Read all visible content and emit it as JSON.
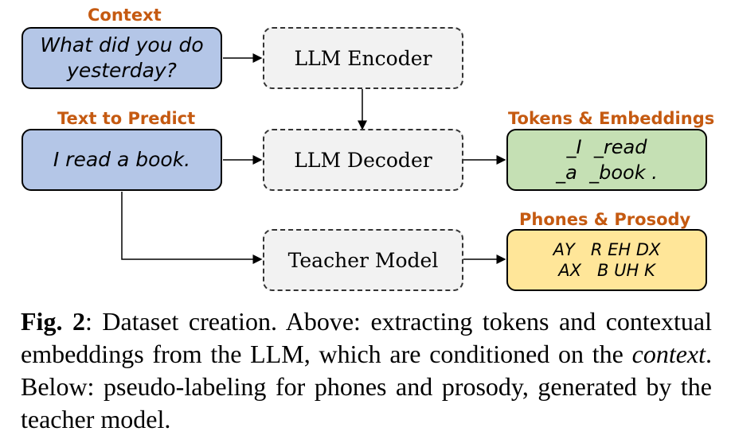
{
  "labels": {
    "context": "Context",
    "text_to_predict": "Text to Predict",
    "tokens_embeddings": "Tokens & Embeddings",
    "phones_prosody": "Phones & Prosody"
  },
  "boxes": {
    "context_text": "What did you do\nyesterday?",
    "predict_text": "I read a book.",
    "llm_encoder": "LLM Encoder",
    "llm_decoder": "LLM Decoder",
    "teacher_model": "Teacher Model",
    "tokens_text": "_I  _read\n_a  _book .",
    "phones_text": "AY   R EH DX\nAX   B UH K"
  },
  "caption": {
    "fig_label": "Fig. 2",
    "part1": ": Dataset creation. Above: extracting tokens and contextual embeddings from the LLM, which are conditioned on the ",
    "emph": "context",
    "part2": ". Below: pseudo-labeling for phones and prosody, generated by the teacher model."
  },
  "colors": {
    "label_orange": "#c55a11",
    "blue_fill": "#b4c6e7",
    "green_fill": "#c5e0b4",
    "yellow_fill": "#ffe699",
    "dashed_fill": "#f2f2f2"
  }
}
